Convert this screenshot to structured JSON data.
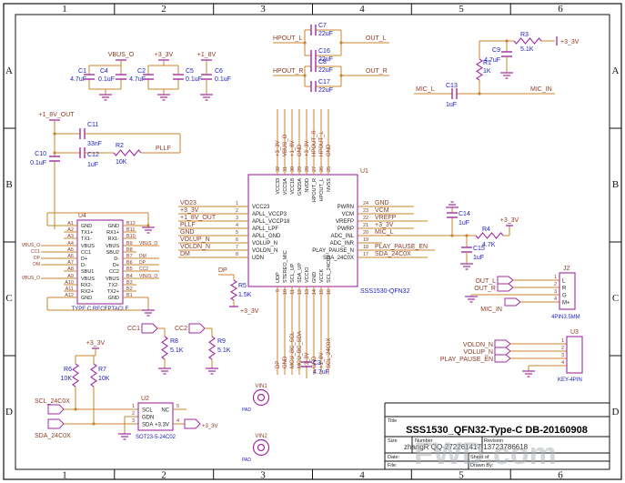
{
  "frame": {
    "cols": [
      "1",
      "2",
      "3",
      "4",
      "5",
      "6"
    ],
    "rows": [
      "A",
      "B",
      "C",
      "D"
    ]
  },
  "colors": {
    "wire": "#C8842C",
    "symbol": "#A02CA0",
    "net_text": "#8C3A23",
    "ref_text": "#2121BE"
  },
  "nets": {
    "vbus": "VBUS_O",
    "p3v3": "+3_3V",
    "p1v8": "+1_8V",
    "p1v8o": "+1_8V_OUT",
    "hpl": "HPOUT_L",
    "hpr": "HPOUT_R",
    "outl": "OUT_L",
    "outr": "OUT_R",
    "micl": "MIC_L",
    "micin": "MIC_IN",
    "pllf": "PLLF",
    "dp": "DP",
    "scl": "SCL_24C0X",
    "sda": "SDA_24C0X",
    "cc1": "CC1",
    "cc2": "CC2",
    "voldn": "VOLDN_N",
    "volup": "VOLUP_N",
    "play": "PLAY_PAUSE_EN",
    "vin1": "VIN1",
    "vin2": "VIN2",
    "pad": "PAD"
  },
  "parts": {
    "c1": [
      "C1",
      "4.7uF"
    ],
    "c2": [
      "C2",
      "4.7uF"
    ],
    "c3": [
      "C3",
      "4.7uF"
    ],
    "c4": [
      "C4",
      "0.1uF"
    ],
    "c5": [
      "C5",
      "0.1uF"
    ],
    "c6": [
      "C6",
      "0.1uF"
    ],
    "c7": [
      "C7",
      "22uF"
    ],
    "c8": [
      "C8",
      "22uF"
    ],
    "c9": [
      "C9",
      "4.7uF"
    ],
    "c10": [
      "C10",
      "0.1uF"
    ],
    "c11": [
      "C11",
      "33nF"
    ],
    "c12": [
      "C12",
      "1uF"
    ],
    "c13": [
      "C13",
      "1uF"
    ],
    "c14": [
      "C14",
      "1uF"
    ],
    "c15": [
      "C15",
      "1uF"
    ],
    "c16": [
      "C16",
      "22uF"
    ],
    "c17": [
      "C17",
      "22uF"
    ],
    "r1": [
      "R1",
      "1K"
    ],
    "r2": [
      "R2",
      "10K"
    ],
    "r3": [
      "R3",
      "5.1K"
    ],
    "r4": [
      "R4",
      "4.7K"
    ],
    "r5": [
      "R5",
      "1.5K"
    ],
    "r6": [
      "R6",
      "10K"
    ],
    "r7": [
      "R7",
      "10K"
    ],
    "r8": [
      "R8",
      "5.1K"
    ],
    "r9": [
      "R9",
      "5.1K"
    ]
  },
  "u1": {
    "ref": "U1",
    "name": "SSS1530-QFN32",
    "left": {
      "nums": [
        "1",
        "2",
        "3",
        "4",
        "5",
        "6",
        "7",
        "8"
      ],
      "pins": [
        "VCC23",
        "APLL_VCCP3",
        "APLL_VCCP18",
        "APLL_LPF",
        "APLL_GND",
        "VOLUP_N",
        "VOLDN_N",
        "UDN"
      ],
      "nets": [
        "VO23",
        "+3_3V",
        "+1_8V_OUT",
        "PLLF",
        "GND",
        "VOLUP_N",
        "VOLDN_N",
        "DM"
      ]
    },
    "right": {
      "nums": [
        "24",
        "23",
        "22",
        "21",
        "20",
        "19",
        "18",
        "17"
      ],
      "pins": [
        "PWRN",
        "VCM",
        "VREFP",
        "PWRP",
        "ADC_INL",
        "ADC_INR",
        "PLAY_PAUSE_N",
        "SDA_24C0X"
      ],
      "nets": [
        "GND",
        "VCM",
        "VREFP",
        "+3_3V",
        "MIC_L",
        "",
        "PLAY_PAUSE_EN",
        "SDA_24C0X"
      ]
    },
    "top": {
      "nums": [
        "32",
        "31",
        "30",
        "29",
        "28",
        "27",
        "26",
        "25"
      ],
      "pins": [
        "VCC33",
        "VCC5A",
        "VCC18",
        "GND5A",
        "NVDD",
        "HPOUT_R",
        "HPOUT_L",
        "NVSS"
      ],
      "nets": [
        "+3_3V",
        "VBUS_O",
        "+1_8V",
        "GND",
        "+3_3V",
        "HPOUT_R",
        "HPOUT_L",
        "GND"
      ]
    },
    "bottom": {
      "nums": [
        "9",
        "10",
        "11",
        "12",
        "13",
        "14",
        "15",
        "16"
      ],
      "pins": [
        "UDP",
        "STEREO_MIC",
        "SCL_UP",
        "SDA_UP",
        "VCCIO",
        "GND",
        "VCCK",
        "SCL_24C0X"
      ],
      "nets": [
        "DP",
        "GND",
        "MCU_BC_SCL",
        "MCU_BC_SDA",
        "+3_3V",
        "GND",
        "+1_8V",
        "SCL_24C0X"
      ]
    }
  },
  "usb": {
    "ref": "U4",
    "name": "TYPE C RECEPTACLE",
    "rows": [
      {
        "a": "A1",
        "an": "GND",
        "ln": "",
        "b": "B12",
        "bn": "GND",
        "rn": ""
      },
      {
        "a": "A2",
        "an": "TX1+",
        "ln": "",
        "b": "B11",
        "bn": "RX1+",
        "rn": ""
      },
      {
        "a": "A3",
        "an": "TX1-",
        "ln": "",
        "b": "B10",
        "bn": "RX1-",
        "rn": ""
      },
      {
        "a": "A4",
        "an": "VBUS",
        "ln": "VBUS_O",
        "b": "B9",
        "bn": "VBUS",
        "rn": "VBUS_O"
      },
      {
        "a": "A5",
        "an": "CC1",
        "ln": "CC1",
        "b": "B8",
        "bn": "SBU2",
        "rn": ""
      },
      {
        "a": "A6",
        "an": "D+",
        "ln": "DP",
        "b": "B7",
        "bn": "D-",
        "rn": "DM"
      },
      {
        "a": "A7",
        "an": "D-",
        "ln": "DM",
        "b": "B6",
        "bn": "D+",
        "rn": "DP"
      },
      {
        "a": "A8",
        "an": "SBU1",
        "ln": "",
        "b": "B5",
        "bn": "CC2",
        "rn": "CC2"
      },
      {
        "a": "A9",
        "an": "VBUS",
        "ln": "VBUS_O",
        "b": "B4",
        "bn": "VBUS",
        "rn": "VBUS_O"
      },
      {
        "a": "A10",
        "an": "RX2-",
        "ln": "",
        "b": "B3",
        "bn": "TX2-",
        "rn": ""
      },
      {
        "a": "A11",
        "an": "RX2+",
        "ln": "",
        "b": "B2",
        "bn": "TX2+",
        "rn": ""
      },
      {
        "a": "A12",
        "an": "GND",
        "ln": "",
        "b": "B1",
        "bn": "GND",
        "rn": ""
      }
    ]
  },
  "u2": {
    "ref": "U2",
    "name": "SOT23-5-24C02",
    "lnums": [
      "1",
      "2",
      "3"
    ],
    "lpins": [
      "SCL",
      "GDN",
      "SDA"
    ],
    "rnums": [
      "5",
      "4"
    ],
    "rpins": [
      "NC",
      "+3.3V"
    ]
  },
  "j2": {
    "ref": "J2",
    "name": "4PIN3.5MM",
    "nums": [
      "1",
      "2",
      "3",
      "4"
    ],
    "pins": [
      "L",
      "R",
      "G",
      "M+"
    ]
  },
  "u3": {
    "ref": "U3",
    "name": "KEY-4PIN",
    "nums": [
      "1",
      "2",
      "3",
      "4"
    ]
  },
  "title_block": {
    "title_label": "Title",
    "title": "SSS1530_QFN32-Type-C DB-20160908",
    "size_label": "Size",
    "number_label": "Number",
    "revision_label": "Revision",
    "number_value": "zhangR QQ-272261417    13723786618",
    "date_label": "Date:",
    "file_label": "File:",
    "sheet_label": "Sheet    of",
    "drawn_label": "Drawn By:"
  },
  "watermark": "FWD.com"
}
